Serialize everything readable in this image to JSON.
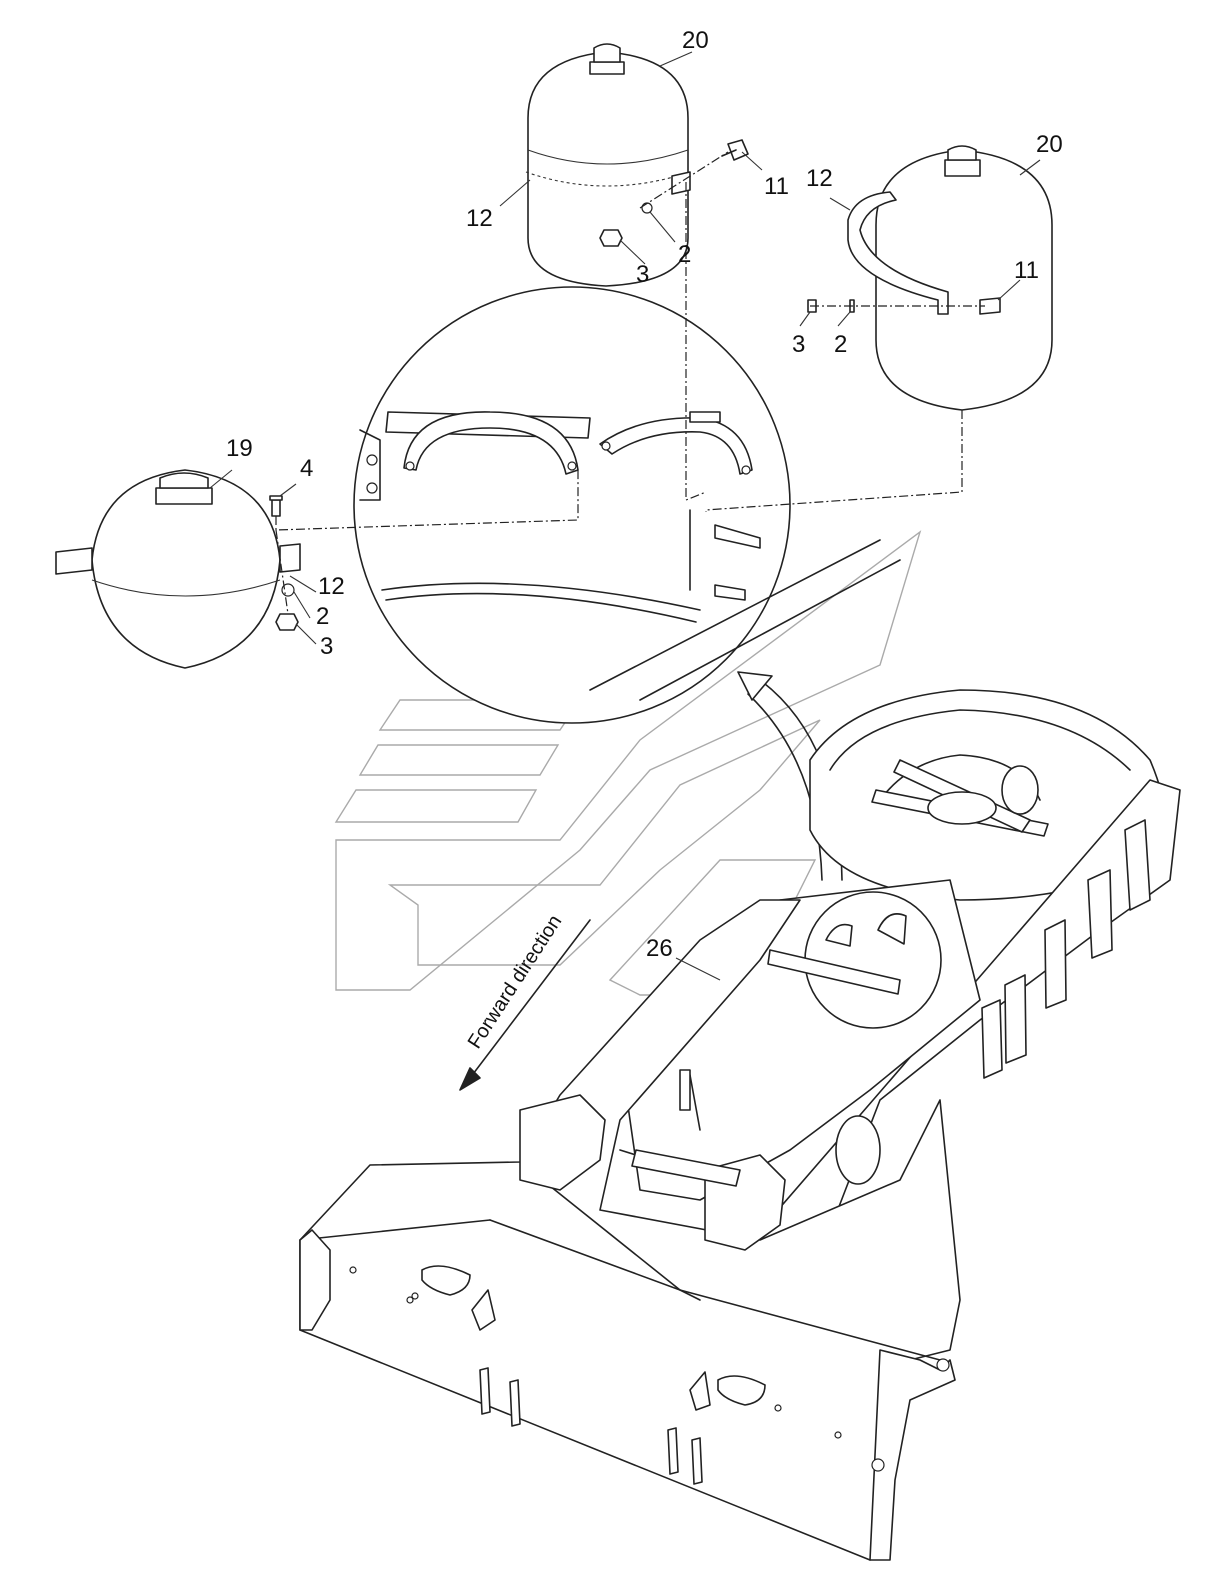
{
  "labels": {
    "top_tank_part": "20",
    "top_tank_band": "12",
    "top_tank_bolt": "11",
    "top_tank_washer": "2",
    "top_tank_nut": "3",
    "right_tank_part": "20",
    "right_tank_band": "12",
    "right_tank_bolt": "11",
    "right_tank_washer": "2",
    "right_tank_nut": "3",
    "left_tank_part": "19",
    "left_tank_bolt": "4",
    "left_tank_band": "12",
    "left_tank_washer": "2",
    "left_tank_nut": "3",
    "frame_part": "26"
  },
  "direction_text": "Forward direction"
}
